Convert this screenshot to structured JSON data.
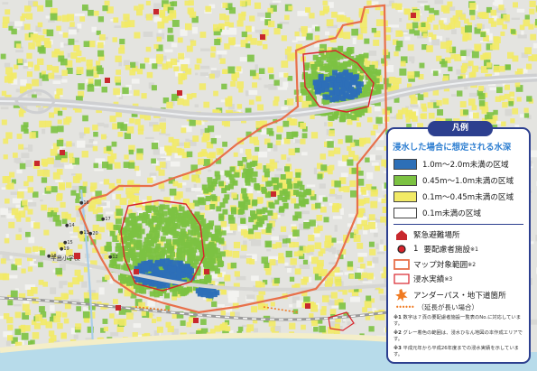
{
  "legend": {
    "title": "凡例",
    "depth_title": "浸水した場合に想定される水深",
    "depth_classes": [
      {
        "label": "1.0m～2.0m未満の区域",
        "color": "#2d6fb7"
      },
      {
        "label": "0.45m～1.0m未満の区域",
        "color": "#7cc242"
      },
      {
        "label": "0.1m～0.45m未満の区域",
        "color": "#f2ea66"
      },
      {
        "label": "0.1m未満の区域",
        "color": "#ffffff"
      }
    ],
    "symbols": {
      "evacuation": "緊急避難場所",
      "care_facility_num": "1",
      "care_facility": "要配慮者施設",
      "care_ref": "※1",
      "map_area": "マップ対象範囲",
      "map_ref": "※2",
      "flood_record": "浸水実績",
      "flood_ref": "※3",
      "underpass": "アンダーパス・地下道箇所",
      "underpass_note": "（延長が長い場合）"
    },
    "notes": [
      {
        "mark": "※1",
        "text": "数字は７頁の要配慮者施設一覧表のNo.に対応しています。"
      },
      {
        "mark": "※2",
        "text": "グレー着色の範囲は、浸水ひなん地図の本作成エリアです。"
      },
      {
        "mark": "※3",
        "text": "平成元年から平成26年度までの浸水実績を示しています。"
      }
    ]
  },
  "map_labels": {
    "school": "平島小学校",
    "care_numbers": [
      "16",
      "14",
      "13",
      "15",
      "19",
      "18",
      "20",
      "17",
      "12"
    ]
  },
  "colors": {
    "deep": "#2d6fb7",
    "mid": "#7cc242",
    "shallow": "#f2ea66",
    "boundary": "#e8704a",
    "flood_record": "#d9232b",
    "legend_frame": "#2c3f8f",
    "shelter": "#c8282d",
    "underpass": "#f07a21"
  }
}
